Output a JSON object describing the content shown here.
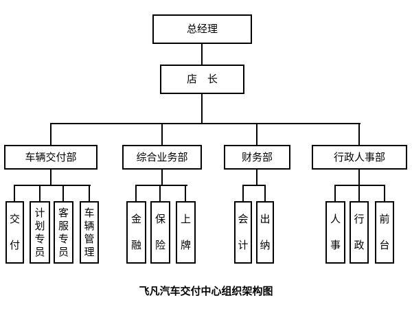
{
  "caption": "飞凡汽车交付中心组织架构图",
  "org": {
    "root": {
      "label": "总经理"
    },
    "manager": {
      "label": "店　长"
    },
    "departments": [
      {
        "label": "车辆交付部",
        "children": [
          "交付",
          "计划专员",
          "客服专员",
          "车辆管理"
        ]
      },
      {
        "label": "综合业务部",
        "children": [
          "金融",
          "保险",
          "上牌"
        ]
      },
      {
        "label": "财务部",
        "children": [
          "会计",
          "出纳"
        ]
      },
      {
        "label": "行政人事部",
        "children": [
          "人事",
          "行政",
          "前台"
        ]
      }
    ]
  },
  "colors": {
    "background": "#ffffff",
    "line": "#000000",
    "box_border": "#000000",
    "text": "#000000"
  }
}
